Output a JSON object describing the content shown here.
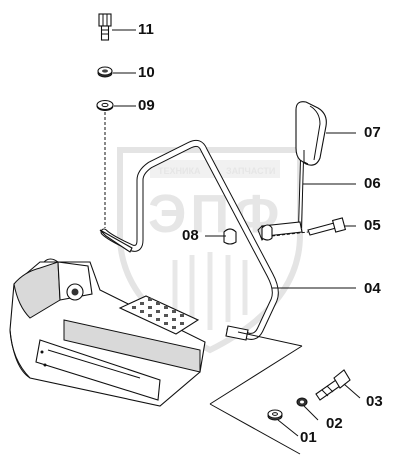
{
  "watermark": {
    "top_text": "ТЕХНИКА",
    "top_text_right": "ЗАПЧАСТИ",
    "main_text": "ЭПФ"
  },
  "callouts": [
    {
      "id": "11",
      "label": "11"
    },
    {
      "id": "10",
      "label": "10"
    },
    {
      "id": "09",
      "label": "09"
    },
    {
      "id": "07",
      "label": "07"
    },
    {
      "id": "06",
      "label": "06"
    },
    {
      "id": "05",
      "label": "05"
    },
    {
      "id": "08",
      "label": "08"
    },
    {
      "id": "04",
      "label": "04"
    },
    {
      "id": "03",
      "label": "03"
    },
    {
      "id": "02",
      "label": "02"
    },
    {
      "id": "01",
      "label": "01"
    }
  ]
}
